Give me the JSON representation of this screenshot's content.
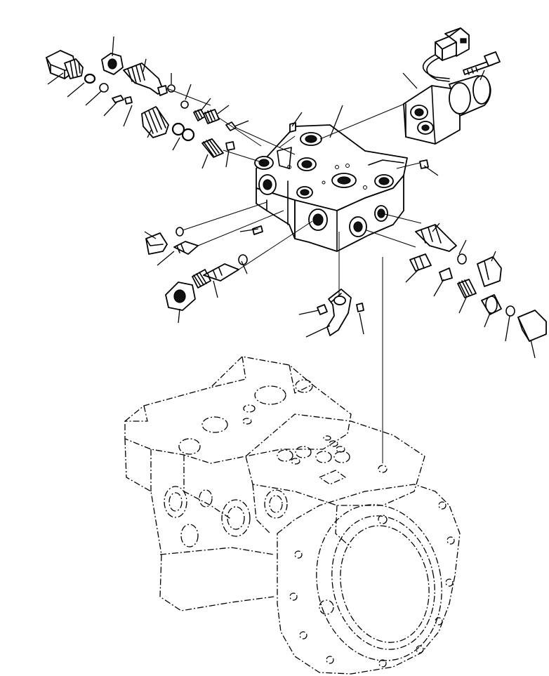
{
  "diagram": {
    "kind": "exploded-parts-view",
    "background": "#ffffff",
    "ink": "#000000",
    "components": [
      "solenoid-connector",
      "solenoid-valve",
      "mounting-bolt",
      "valve-body",
      "relief-plug",
      "locknut",
      "adjusting-screw",
      "o-ring",
      "spring",
      "spool",
      "plug",
      "bracket",
      "pump-housing"
    ]
  }
}
